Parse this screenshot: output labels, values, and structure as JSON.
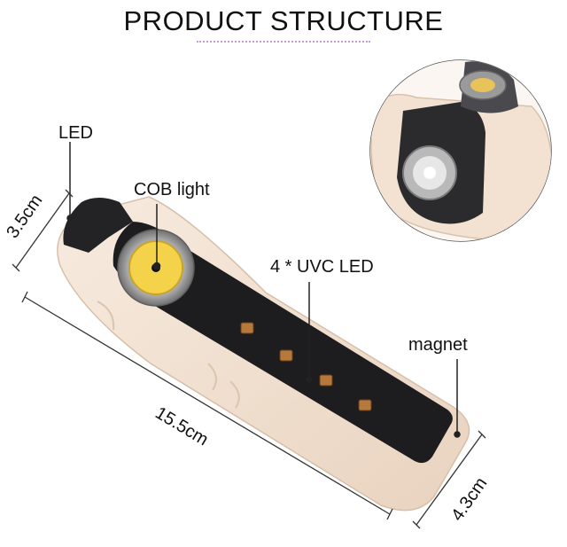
{
  "title": "PRODUCT STRUCTURE",
  "labels": {
    "led": "LED",
    "cob": "COB light",
    "uvc": "4 * UVC LED",
    "magnet": "magnet"
  },
  "dimensions": {
    "width_head": "3.5cm",
    "length": "15.5cm",
    "width_base": "4.3cm"
  },
  "colors": {
    "body": "#f3e2d2",
    "panel": "#1d1d1f",
    "cob": "#f4d24a",
    "uv_chip": "#b5793e",
    "accent": "#c99ad6"
  }
}
